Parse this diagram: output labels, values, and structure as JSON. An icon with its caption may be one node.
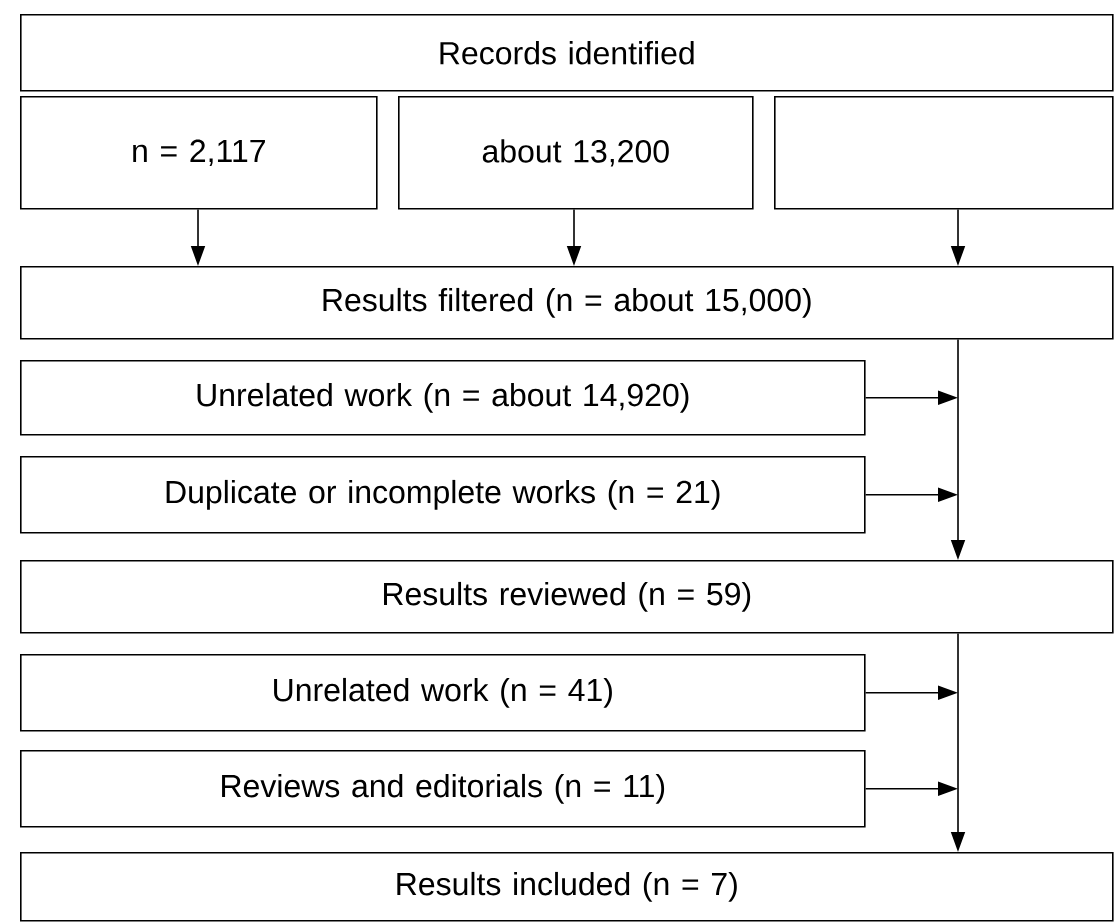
{
  "diagram": {
    "nodes": [
      {
        "text": [
          "Records identified"
        ]
      },
      {
        "text": [
          "n = 2,117"
        ]
      },
      {
        "text": [
          "about 13,200"
        ]
      },
      {
        "text": [],
        "shape": "box"
      },
      {
        "text": [
          "Results filtered (n = about 15,000)"
        ]
      },
      {
        "text": [
          "Unrelated work (n = about 14,920)"
        ]
      },
      {
        "text": [
          "Duplicate or incomplete works (n = 21)"
        ]
      },
      {
        "text": [
          "Results reviewed (n = 59)"
        ]
      },
      {
        "text": [
          "Unrelated work (n = 41)"
        ]
      },
      {
        "text": [
          "Reviews and editorials (n = 11)"
        ]
      },
      {
        "text": [
          "Results included (n = 7)"
        ]
      }
    ],
    "edges": [
      {
        "from": 1,
        "to": 4,
        "arrow": "to"
      },
      {
        "from": 2,
        "to": 4,
        "arrow": "to"
      },
      {
        "from": 3,
        "to": 4,
        "arrow": "to"
      },
      {
        "from": 4,
        "to": 7,
        "arrow": "to"
      },
      {
        "from": 5,
        "to": null,
        "arrow": "to"
      },
      {
        "from": 6,
        "to": null,
        "arrow": "to"
      },
      {
        "from": 7,
        "to": 10,
        "arrow": "to"
      },
      {
        "from": 8,
        "to": null,
        "arrow": "to"
      },
      {
        "from": 9,
        "to": null,
        "arrow": "to"
      }
    ]
  }
}
